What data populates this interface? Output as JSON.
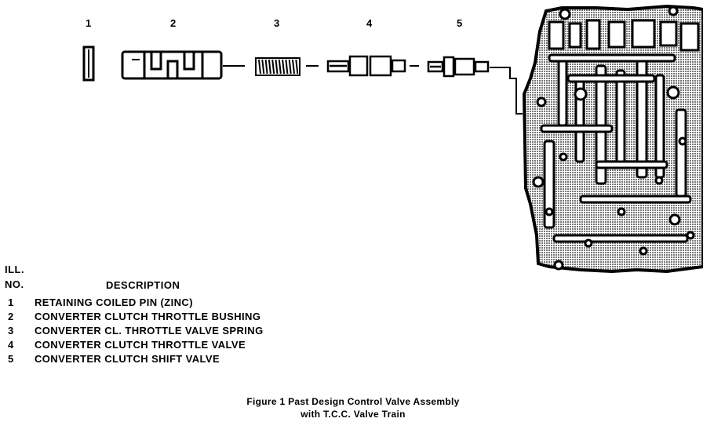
{
  "parts": [
    {
      "num": "1",
      "description": "RETAINING COILED PIN (ZINC)"
    },
    {
      "num": "2",
      "description": "CONVERTER CLUTCH THROTTLE BUSHING"
    },
    {
      "num": "3",
      "description": "CONVERTER CL. THROTTLE VALVE SPRING"
    },
    {
      "num": "4",
      "description": "CONVERTER CLUTCH THROTTLE VALVE"
    },
    {
      "num": "5",
      "description": "CONVERTER CLUTCH SHIFT VALVE"
    }
  ],
  "legend": {
    "ill_label": "ILL.",
    "no_label": "NO.",
    "description_label": "DESCRIPTION"
  },
  "caption": {
    "line1": "Figure 1 Past Design Control Valve Assembly",
    "line2": "with T.C.C. Valve Train"
  },
  "colors": {
    "ink": "#000000",
    "screen": "#9a9a9a",
    "paper": "#ffffff"
  }
}
